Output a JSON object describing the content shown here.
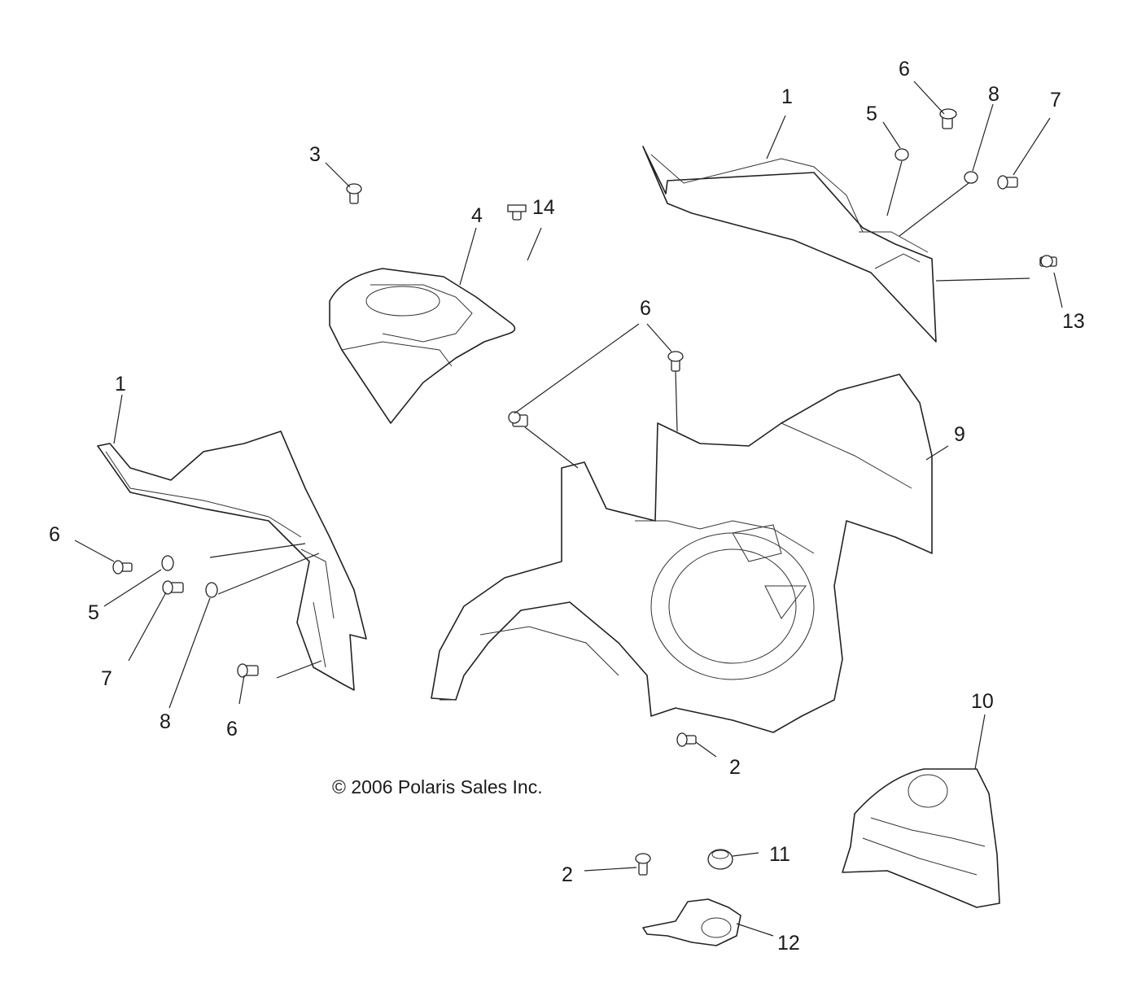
{
  "copyright": "© 2006 Polaris Sales Inc.",
  "callouts": {
    "c1_top": "1",
    "c1_left": "1",
    "c2_center": "2",
    "c2_bottom": "2",
    "c3": "3",
    "c4": "4",
    "c5_top": "5",
    "c5_left": "5",
    "c6_top": "6",
    "c6_center": "6",
    "c6_left_a": "6",
    "c6_left_b": "6",
    "c7_top": "7",
    "c7_left": "7",
    "c8_top": "8",
    "c8_left": "8",
    "c9": "9",
    "c10": "10",
    "c11": "11",
    "c12": "12",
    "c13": "13",
    "c14": "14"
  }
}
